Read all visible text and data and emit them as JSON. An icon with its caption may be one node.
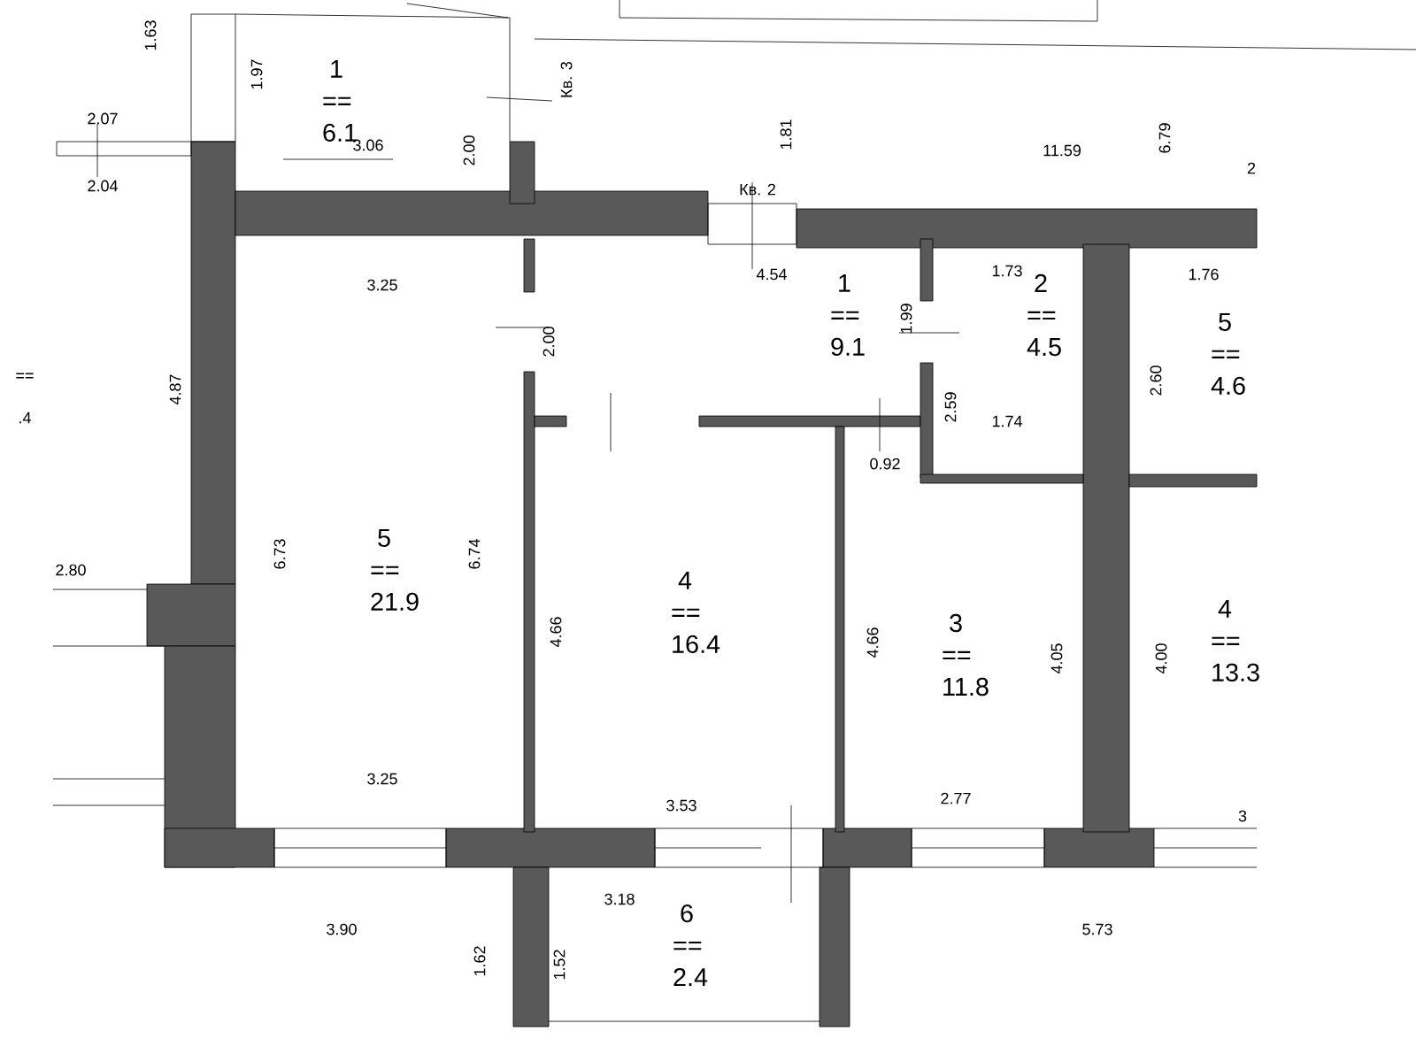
{
  "diagram": {
    "nodes": [
      {
        "text": [
          "1 == 6.1"
        ]
      },
      {
        "text": [
          "1 == 9.1"
        ]
      },
      {
        "text": [
          "2 == 4.5"
        ]
      },
      {
        "text": [
          "5 == 4.6"
        ]
      },
      {
        "text": [
          "5 == 21.9"
        ]
      },
      {
        "text": [
          "4 == 16.4"
        ]
      },
      {
        "text": [
          "3 == 11.8"
        ]
      },
      {
        "text": [
          "4 == 13.3"
        ]
      },
      {
        "text": [
          "6 == 2.4"
        ]
      }
    ],
    "labels": [
      "1.63",
      "1.97",
      "Кв. 3",
      "2.07",
      "2.00",
      "3.06",
      "2.04",
      "1.81",
      "11.59",
      "6.79",
      "2",
      "Кв. 2",
      "4.54",
      "3.25",
      "1.99",
      "1.73",
      "1.76",
      "2.00",
      "4.87",
      "2.59",
      "2.60",
      "1.74",
      "0.92",
      "==",
      ".4",
      "6.73",
      "6.74",
      "2.80",
      "4.66",
      "4.66",
      "4.05",
      "4.00",
      "3.25",
      "3.53",
      "2.77",
      "3",
      "3.90",
      "1.62",
      "1.52",
      "3.18",
      "5.73"
    ]
  }
}
